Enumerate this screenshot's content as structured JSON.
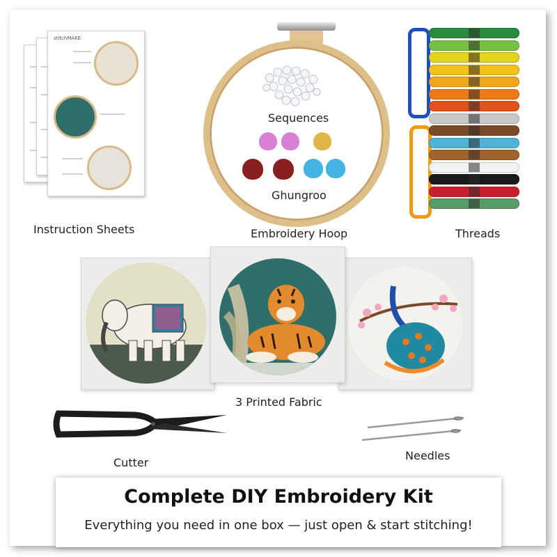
{
  "sheets": {
    "brand": "stitchMAKE"
  },
  "captions": {
    "instruction_sheets": "Instruction Sheets",
    "embroidery_hoop": "Embroidery Hoop",
    "threads": "Threads",
    "printed_fabric": "3 Printed Fabric",
    "cutter": "Cutter",
    "needles": "Needles"
  },
  "hoop_contents": {
    "sequences": "Sequences",
    "ghungroo": "Ghungroo"
  },
  "ghungroo_colors": [
    "#d97fd6",
    "#d97fd6",
    "#e0b54a",
    "#8a1f1f",
    "#8a1f1f",
    "#45b3e3"
  ],
  "thread_colors": [
    "#2b8a3e",
    "#76c043",
    "#e4d21c",
    "#f2c21a",
    "#f2a71a",
    "#ee7a16",
    "#e2521c",
    "#c8c8c8",
    "#7a4a28",
    "#4fb3d9",
    "#a0632e",
    "#f2f2f2",
    "#1a1a1a",
    "#c81f2e",
    "#5a9a66"
  ],
  "banner": {
    "title": "Complete DIY Embroidery Kit",
    "subtitle": "Everything you need in one box — just open & start stitching!"
  }
}
